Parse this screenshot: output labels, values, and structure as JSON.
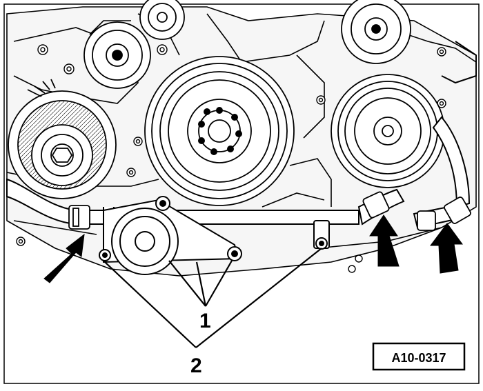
{
  "figure": {
    "callouts": {
      "label_1": "1",
      "label_2": "2"
    },
    "reference_code": "A10-0317",
    "colors": {
      "ink": "#000000",
      "paper": "#ffffff",
      "shade": "#d8d8d8"
    }
  }
}
